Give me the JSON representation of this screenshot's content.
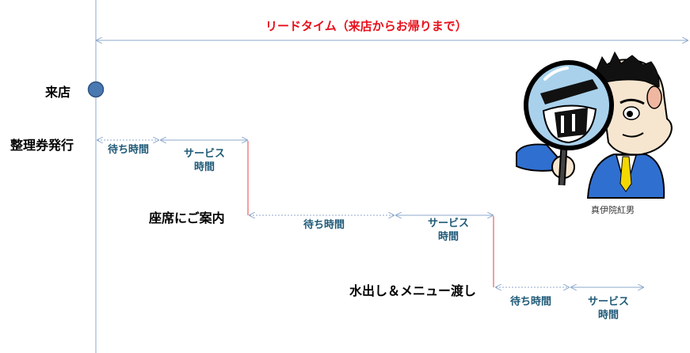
{
  "title": "リードタイム（来店からお帰りまで）",
  "steps": {
    "visit": "来店",
    "ticket": "整理券発行",
    "seating": "座席にご案内",
    "water": "水出し＆メニュー渡し"
  },
  "phase1": {
    "wait": "待ち時間",
    "service_1": "サービス",
    "service_2": "時間"
  },
  "phase2": {
    "wait": "待ち時間",
    "service_1": "サービス",
    "service_2": "時間"
  },
  "phase3": {
    "wait": "待ち時間",
    "service_1": "サービス",
    "service_2": "時間"
  },
  "illustration": {
    "caption": "真伊院紅男",
    "icon": "detective-magnifier-icon"
  },
  "colors": {
    "title": "#e8101c",
    "label": "#1f5a78",
    "axis": "#8eaacc",
    "drop": "#e84040",
    "marker": "#4a78b0"
  }
}
